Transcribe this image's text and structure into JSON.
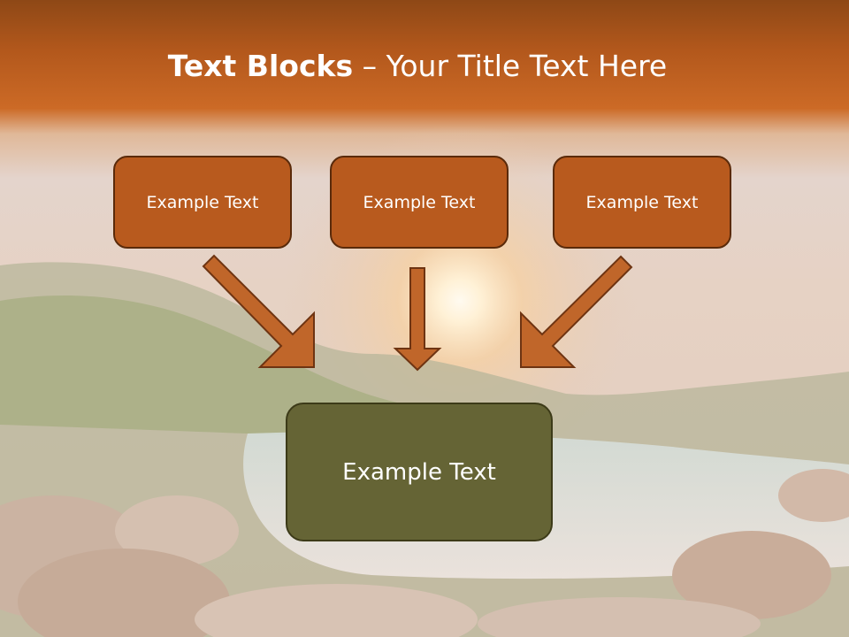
{
  "title": {
    "bold": "Text Blocks",
    "dash": " – ",
    "rest": "Your Title Text Here"
  },
  "blocks": [
    {
      "text": "Example Text"
    },
    {
      "text": "Example Text"
    },
    {
      "text": "Example Text"
    }
  ],
  "target": {
    "text": "Example Text"
  },
  "colors": {
    "header": "#c0661f",
    "block_fill": "#b85a1e",
    "target_fill": "#656435",
    "arrow_fill": "#c0662a"
  }
}
